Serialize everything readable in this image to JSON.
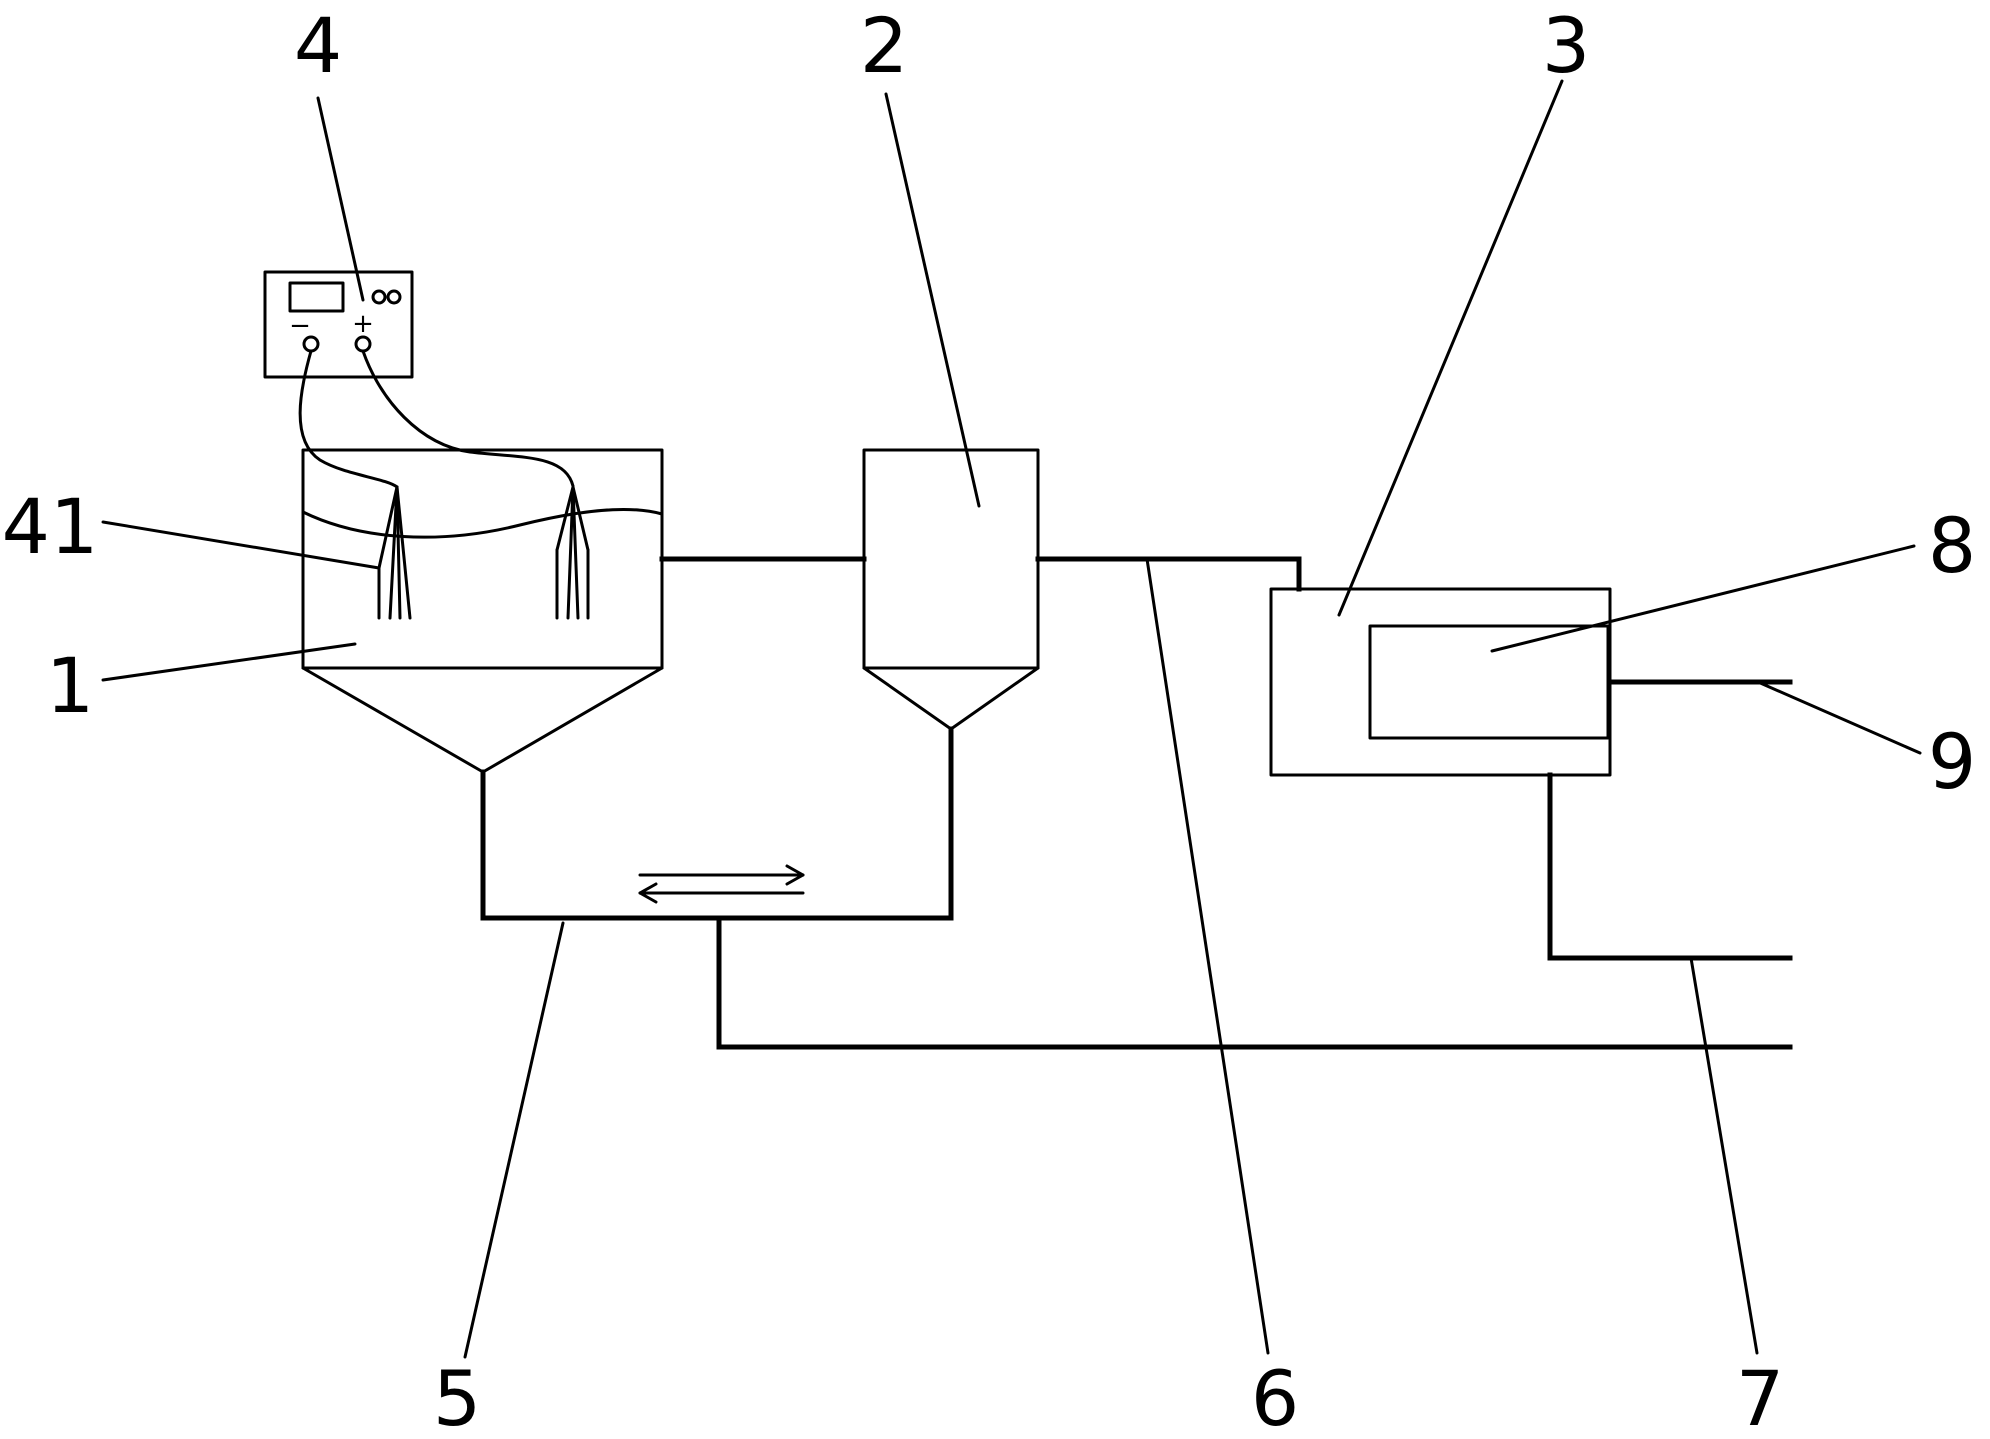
{
  "labels": {
    "l1": "1",
    "l2": "2",
    "l3": "3",
    "l4": "4",
    "l41": "41",
    "l5": "5",
    "l6": "6",
    "l7": "7",
    "l8": "8",
    "l9": "9"
  },
  "power_supply": {
    "negative_symbol": "−",
    "positive_symbol": "+"
  }
}
